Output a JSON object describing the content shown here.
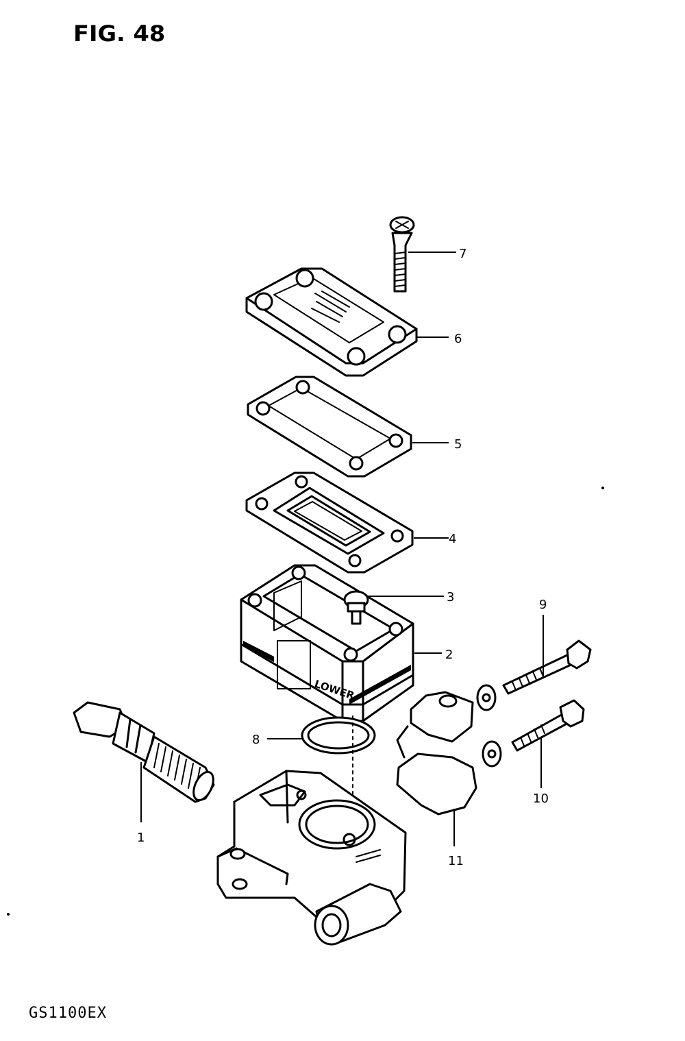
{
  "figure": {
    "title": "FIG. 48",
    "model": "GS1100EX"
  },
  "callouts": [
    {
      "id": "1",
      "label": "1"
    },
    {
      "id": "2",
      "label": "2"
    },
    {
      "id": "3",
      "label": "3"
    },
    {
      "id": "4",
      "label": "4"
    },
    {
      "id": "5",
      "label": "5"
    },
    {
      "id": "6",
      "label": "6"
    },
    {
      "id": "7",
      "label": "7"
    },
    {
      "id": "8",
      "label": "8"
    },
    {
      "id": "9",
      "label": "9"
    },
    {
      "id": "10",
      "label": "10"
    },
    {
      "id": "11",
      "label": "11"
    }
  ],
  "markings": {
    "body_lower": "LOWER"
  }
}
